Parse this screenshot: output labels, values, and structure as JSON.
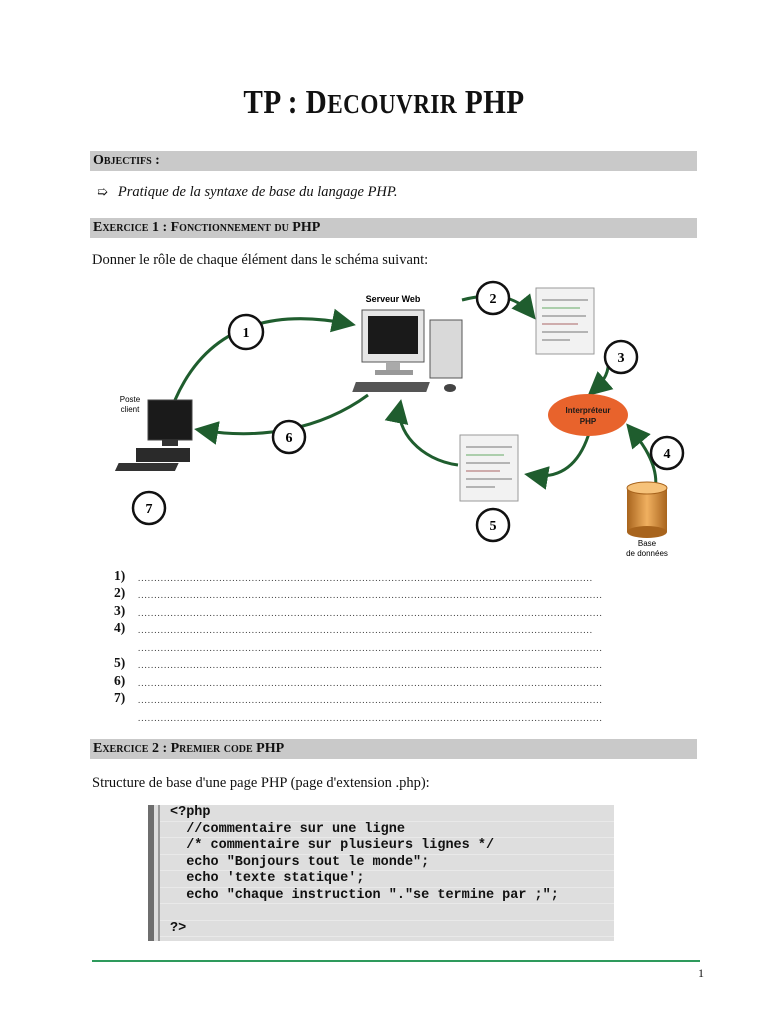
{
  "title": {
    "part1": "TP : D",
    "part2": "ECOUVRIR",
    "part3": " PHP"
  },
  "sections": {
    "objectifs": "Objectifs :",
    "exercice1": "Exercice 1 : Fonctionnement du PHP",
    "exercice2": "Exercice 2 : Premier code PHP"
  },
  "objective": "Pratique de la syntaxe de base du langage PHP.",
  "exercice1_instruction": "Donner le rôle de chaque élément dans le schéma suivant:",
  "diagram": {
    "server_label": "Serveur Web",
    "client_label_line1": "Poste",
    "client_label_line2": "client",
    "interpreter_line1": "Interpréteur",
    "interpreter_line2": "PHP",
    "db_label_line1": "Base",
    "db_label_line2": "de données",
    "steps": [
      "1",
      "2",
      "3",
      "4",
      "5",
      "6",
      "7"
    ]
  },
  "answers": [
    {
      "num": "1)",
      "dots": "............................................................................................................................................"
    },
    {
      "num": "2)",
      "dots": "..............................................................................................................................................."
    },
    {
      "num": "3)",
      "dots": "..............................................................................................................................................."
    },
    {
      "num": "4)",
      "dots": "............................................................................................................................................"
    },
    {
      "num": "",
      "dots": "..............................................................................................................................................."
    },
    {
      "num": "5)",
      "dots": "..............................................................................................................................................."
    },
    {
      "num": "6)",
      "dots": "..............................................................................................................................................."
    },
    {
      "num": "7)",
      "dots": "..............................................................................................................................................."
    },
    {
      "num": "",
      "dots": "..............................................................................................................................................."
    }
  ],
  "exercice2_instruction": "Structure de base d'une page PHP (page d'extension .php):",
  "code_lines": [
    "<?php",
    "  //commentaire sur une ligne",
    "  /* commentaire sur plusieurs lignes */",
    "  echo \"Bonjours tout le monde\";",
    "  echo 'texte statique';",
    "  echo \"chaque instruction \".\"se termine par ;\";",
    "",
    "?>"
  ],
  "page_number": "1",
  "colors": {
    "section_bar": "#c9c9c9",
    "interpreter": "#e8632c",
    "footer_line": "#2e9a5c",
    "code_bg": "#dedede"
  }
}
